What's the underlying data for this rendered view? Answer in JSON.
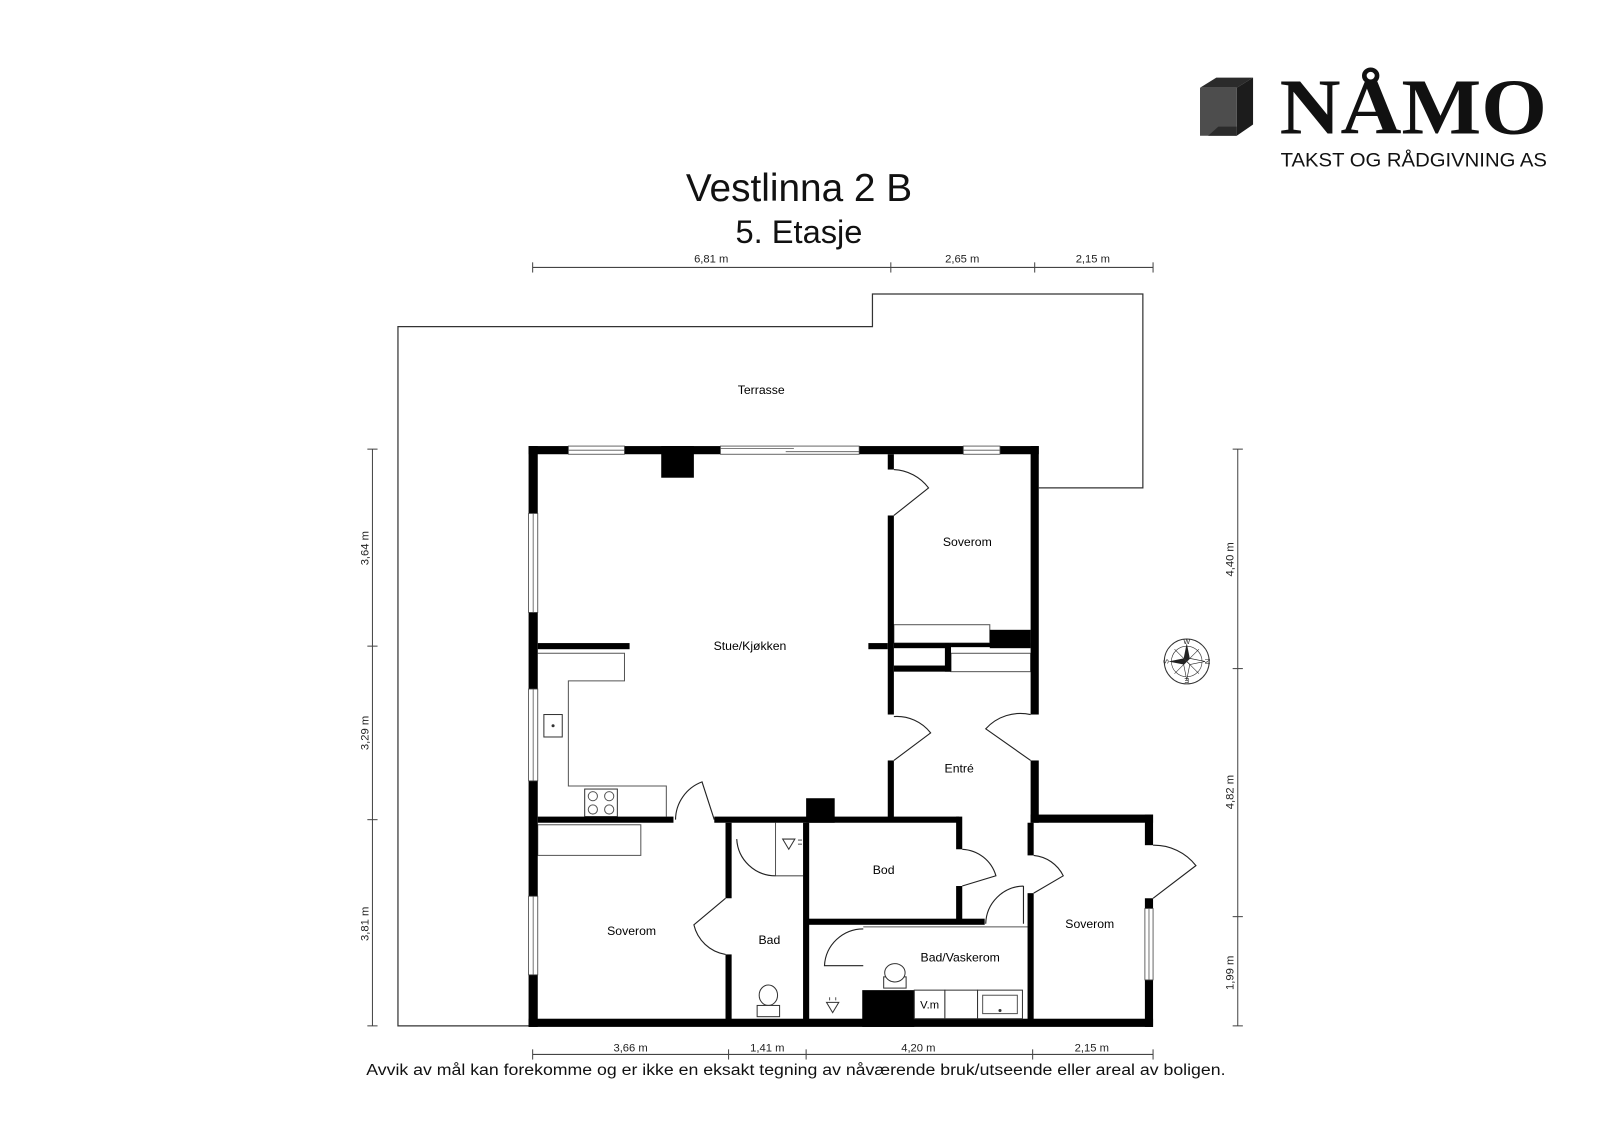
{
  "logo": {
    "name": "NÅMO",
    "tagline": "TAKST OG RÅDGIVNING AS"
  },
  "title": "Vestlinna 2 B",
  "subtitle": "5. Etasje",
  "dimensions": {
    "top": [
      "6,81 m",
      "2,65 m",
      "2,15 m"
    ],
    "left": [
      "3,64 m",
      "3,29 m",
      "3,81 m"
    ],
    "right": [
      "4,40 m",
      "4,82 m",
      "1,99 m"
    ],
    "bottom": [
      "3,66 m",
      "1,41 m",
      "4,20 m",
      "2,15 m"
    ]
  },
  "rooms": {
    "terrace": "Terrasse",
    "living_kitchen": "Stue/Kjøkken",
    "bedroom_upper_right": "Soverom",
    "entrance": "Entré",
    "storage": "Bod",
    "bathroom": "Bad",
    "bedroom_lower_left": "Soverom",
    "bathroom_laundry": "Bad/Vaskerom",
    "bedroom_lower_right": "Soverom",
    "washing_machine": "V.m"
  },
  "compass": {
    "top": "W",
    "right": "N",
    "bottom": "E",
    "left": "S"
  },
  "disclaimer": "Avvik av mål kan forekomme og er ikke en eksakt tegning av nåværende bruk/utseende eller areal av boligen."
}
